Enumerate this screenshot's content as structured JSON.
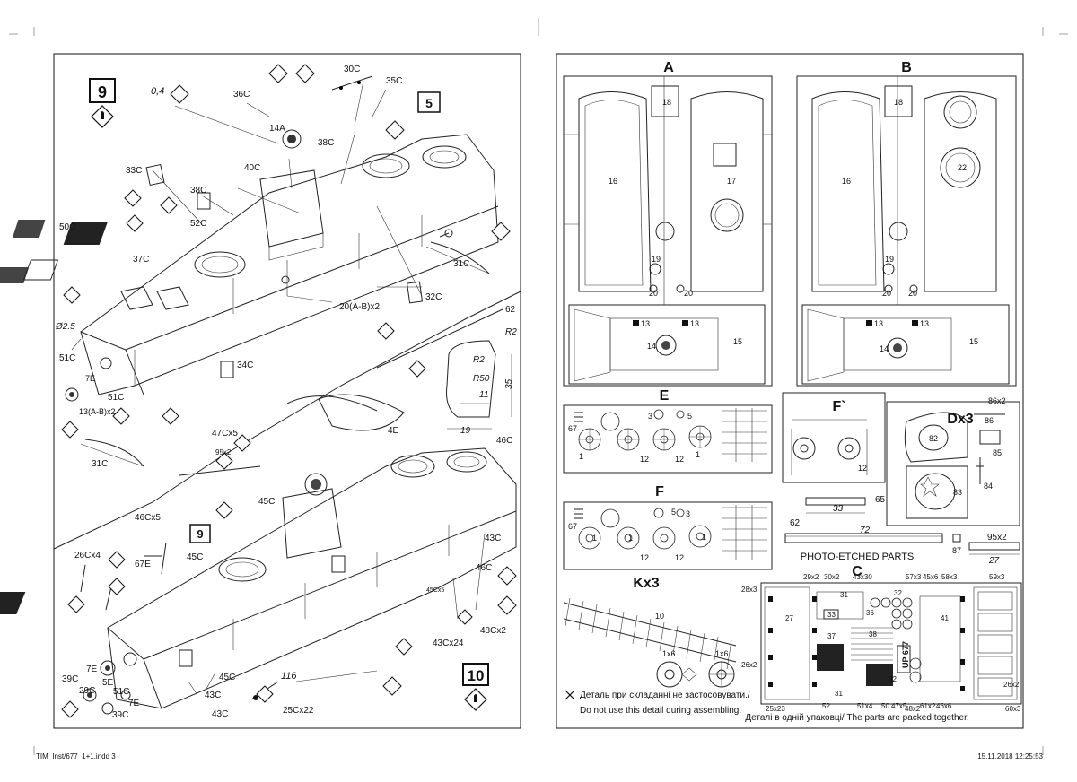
{
  "footer": {
    "filename": "TIM_Inst/677_1+1.indd   3",
    "timestamp": "15.11.2018   12:25:53"
  },
  "left_page": {
    "steps": [
      "9",
      "10"
    ],
    "ref_steps": [
      "5",
      "9"
    ],
    "labels": {
      "l1": "0,4",
      "l2": "36C",
      "l3": "30C",
      "l4": "35C",
      "l5": "14A",
      "l6": "38C",
      "l7": "40C",
      "l8": "33C",
      "l9": "38C",
      "l10": "50C",
      "l11": "52C",
      "l12": "37C",
      "l13": "31C",
      "l14": "32C",
      "l15": "20(A-B)x2",
      "l16": "62",
      "l17": "Ø2.5",
      "l18": "51C",
      "l19": "7E",
      "l20": "51C",
      "l21": "13(A-B)x2",
      "l22": "34C",
      "l23": "R2",
      "l24": "R2",
      "l25": "R50",
      "l26": "11",
      "l27": "35",
      "l28": "19",
      "l29": "31C",
      "l30": "47Cx5",
      "l31": "4E",
      "l32": "95x2",
      "l33": "46C",
      "l34": "45C",
      "l35": "46Cx5",
      "l36": "26Cx4",
      "l37": "67E",
      "l38": "45C",
      "l39": "43C",
      "l40": "45Cx5",
      "l41": "46C",
      "l42": "43Cx24",
      "l43": "48Cx2",
      "l44": "116",
      "l45": "7E",
      "l46": "39C",
      "l47": "29C",
      "l48": "5E",
      "l49": "51C",
      "l50": "7E",
      "l51": "39C",
      "l52": "45C",
      "l53": "43C",
      "l54": "43C",
      "l55": "25Cx22"
    }
  },
  "right_page": {
    "sprue_a": {
      "title": "A",
      "parts": [
        "18",
        "16",
        "17",
        "19",
        "20",
        "20",
        "13",
        "13",
        "14",
        "15"
      ]
    },
    "sprue_b": {
      "title": "B",
      "parts": [
        "18",
        "16",
        "22",
        "19",
        "20",
        "20",
        "13",
        "13",
        "14",
        "15"
      ]
    },
    "sprue_e": {
      "title": "E",
      "parts": [
        "67",
        "3",
        "5",
        "1",
        "12",
        "12",
        "1"
      ]
    },
    "sprue_f1": {
      "title": "F`",
      "parts": [
        "12"
      ]
    },
    "sprue_d": {
      "title": "Dx3",
      "parts": [
        "86x2",
        "86",
        "82",
        "85",
        "83",
        "84"
      ]
    },
    "sprue_f": {
      "title": "F",
      "parts": [
        "67",
        "5",
        "3",
        "1",
        "1",
        "12",
        "12",
        "1"
      ]
    },
    "dims": {
      "d1": "33",
      "d2": "65",
      "d3": "62",
      "d4": "72",
      "d5": "87",
      "d6": "95x2",
      "d7": "27"
    },
    "sprue_k": {
      "title": "Kx3",
      "parts": [
        "10"
      ],
      "counts": [
        "1x6",
        "1x6"
      ]
    },
    "legend": {
      "ua": "Деталь при складанні не застосовувати./",
      "en": "Do not use this detail during assembling."
    },
    "photo_etched": {
      "title": "PHOTO-ETCHED PARTS",
      "sprue": "C",
      "parts": [
        "29x2",
        "30x2",
        "43x30",
        "57x3",
        "45x6",
        "58x3",
        "59x3",
        "28x3",
        "31",
        "32",
        "33",
        "27",
        "37",
        "41",
        "36",
        "26x2",
        "26x2",
        "38",
        "31",
        "32",
        "52",
        "51x4",
        "50",
        "47x5",
        "48x2",
        "61x2",
        "46x6",
        "60x3",
        "25x23"
      ],
      "plate_text": "UP 677",
      "note": "Деталі в одній упаковці/ The parts are packed together."
    }
  }
}
